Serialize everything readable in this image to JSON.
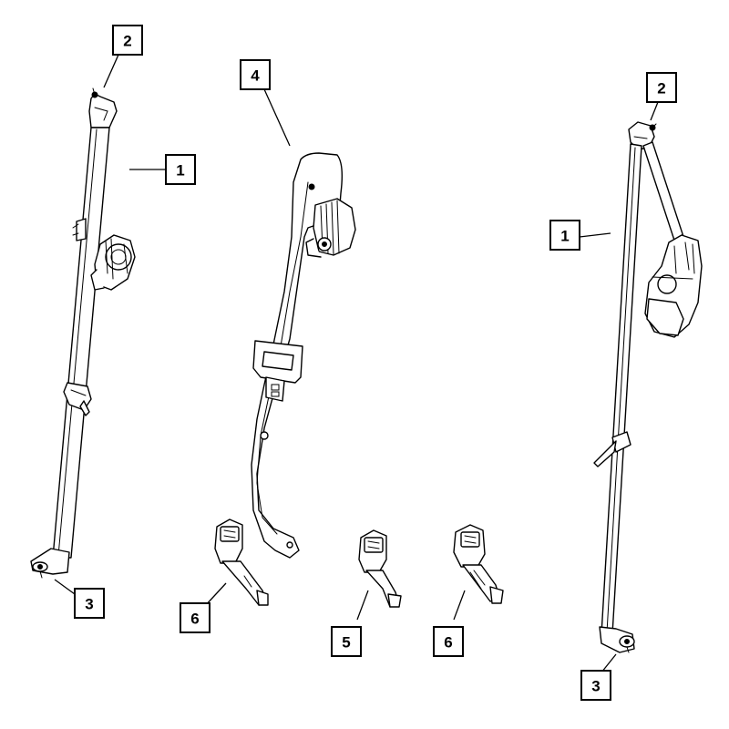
{
  "callouts": {
    "left_guide": "2",
    "left_belt": "1",
    "left_anchor": "3",
    "center_belt": "4",
    "buckle_left": "6",
    "buckle_center": "5",
    "buckle_right": "6",
    "right_guide": "2",
    "right_belt": "1",
    "right_anchor": "3"
  }
}
